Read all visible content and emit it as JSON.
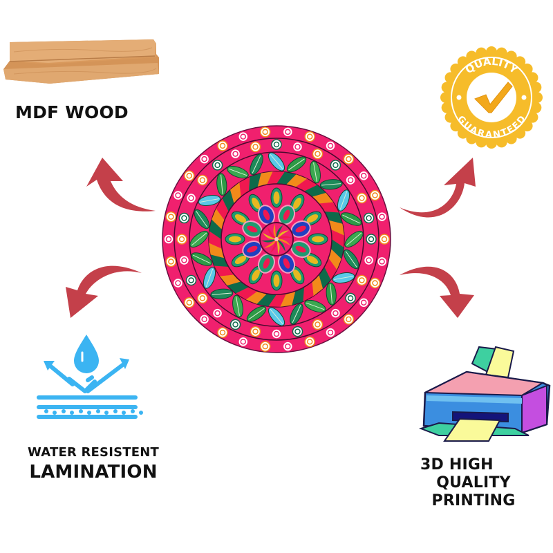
{
  "features": {
    "mdf": {
      "label": "MDF WOOD",
      "icon": "wood-planks-icon"
    },
    "quality": {
      "badge_top": "QUALITY",
      "badge_bottom": "GUARANTEED",
      "icon": "quality-badge-icon"
    },
    "water": {
      "line1": "WATER RESISTENT",
      "line2": "LAMINATION",
      "icon": "water-resistant-icon"
    },
    "printing": {
      "line1": "3D HIGH",
      "line2": "QUALITY",
      "line3": "PRINTING",
      "icon": "printer-icon"
    }
  },
  "colors": {
    "arrow": "#c4404a",
    "mandala_pink": "#f0206e",
    "water_blue": "#3bb4f2",
    "gold": "#f5b820",
    "wood": "#dca06a"
  }
}
